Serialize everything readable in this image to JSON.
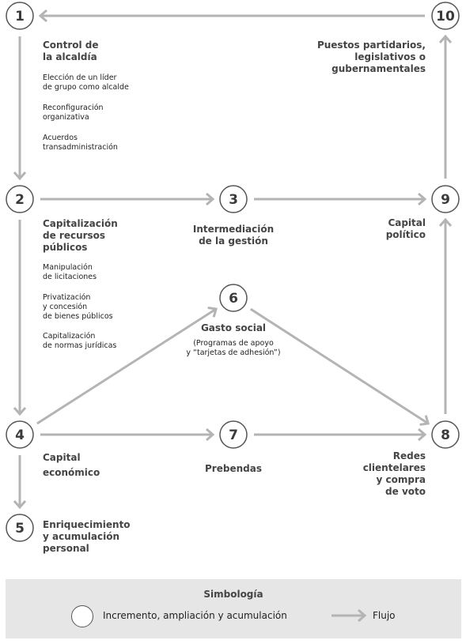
{
  "nodes": [
    {
      "id": "1",
      "num": "1"
    },
    {
      "id": "2",
      "num": "2"
    },
    {
      "id": "3",
      "num": "3"
    },
    {
      "id": "4",
      "num": "4"
    },
    {
      "id": "5",
      "num": "5"
    },
    {
      "id": "6",
      "num": "6"
    },
    {
      "id": "7",
      "num": "7"
    },
    {
      "id": "8",
      "num": "8"
    },
    {
      "id": "9",
      "num": "9"
    },
    {
      "id": "10",
      "num": "10"
    }
  ],
  "edges": [
    {
      "from": "10",
      "to": "1"
    },
    {
      "from": "1",
      "to": "2"
    },
    {
      "from": "2",
      "to": "3"
    },
    {
      "from": "3",
      "to": "9"
    },
    {
      "from": "2",
      "to": "4"
    },
    {
      "from": "4",
      "to": "5"
    },
    {
      "from": "4",
      "to": "6"
    },
    {
      "from": "4",
      "to": "7"
    },
    {
      "from": "6",
      "to": "8"
    },
    {
      "from": "7",
      "to": "8"
    },
    {
      "from": "8",
      "to": "9"
    },
    {
      "from": "9",
      "to": "10"
    }
  ],
  "labels": {
    "n1": {
      "head": [
        "Control de",
        "la alcaldía"
      ],
      "items": [
        [
          "Elección de un líder",
          "de grupo como alcalde"
        ],
        [
          "Reconfiguración",
          "organizativa"
        ],
        [
          "Acuerdos",
          "transadministración"
        ]
      ]
    },
    "n2": {
      "head": [
        "Capitalización",
        "de recursos",
        "públicos"
      ],
      "items": [
        [
          "Manipulación",
          "de licitaciones"
        ],
        [
          "Privatización",
          "y concesión",
          "de bienes públicos"
        ],
        [
          "Capitalización",
          "de normas jurídicas"
        ]
      ]
    },
    "n3": {
      "head": [
        "Intermediación",
        "de la gestión"
      ]
    },
    "n4": {
      "head": [
        "Capital",
        "económico"
      ]
    },
    "n5": {
      "head": [
        "Enriquecimiento",
        "y acumulación",
        "personal"
      ]
    },
    "n6": {
      "head": [
        "Gasto social"
      ],
      "items": [
        [
          "(Programas de apoyo",
          "y “tarjetas de adhesión”)"
        ]
      ]
    },
    "n7": {
      "head": [
        "Prebendas"
      ]
    },
    "n8": {
      "head": [
        "Redes",
        "clientelares",
        "y compra",
        "de voto"
      ]
    },
    "n9": {
      "head": [
        "Capital",
        "político"
      ]
    },
    "n10": {
      "head": [
        "Puestos partidarios,",
        "legislativos o",
        "gubernamentales"
      ]
    }
  },
  "legend": {
    "title": "Simbología",
    "circle_label": "Incremento, ampliación y acumulación",
    "arrow_label": "Flujo"
  },
  "colors": {
    "arrow": "#b4b4b4",
    "node_stroke": "#555555",
    "legend_bg": "#e6e6e6"
  }
}
